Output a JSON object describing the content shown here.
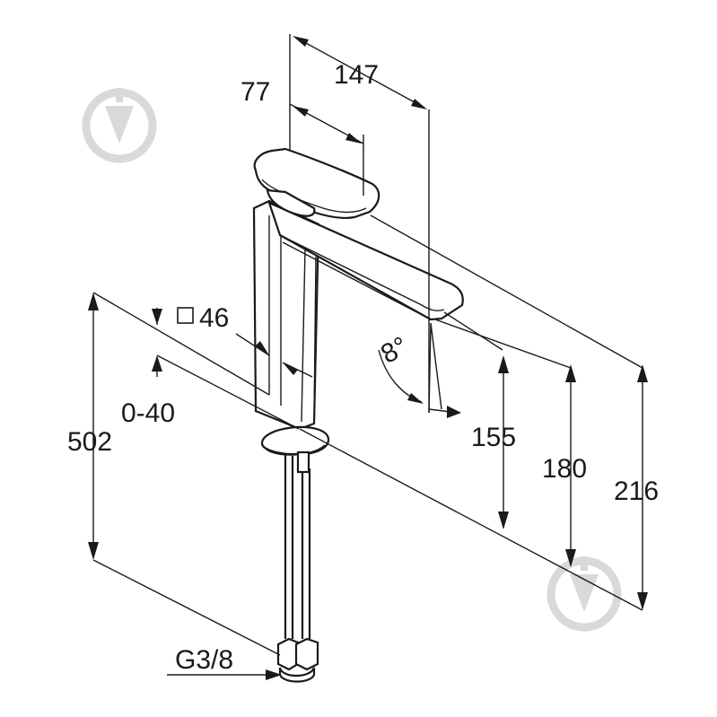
{
  "dimensions": {
    "handle_reach": "147",
    "lever_length": "77",
    "body_square": "46",
    "total_height": "502",
    "adjust_range": "0-40",
    "tilt_angle": "8°",
    "spout_height": "155",
    "lever_height": "180",
    "overall_height": "216",
    "connection_thread": "G3/8"
  },
  "watermark_icon": "drop-shield-logo-icon",
  "line_color": "#1a1a1a",
  "watermark_color": "#d9d9d9"
}
